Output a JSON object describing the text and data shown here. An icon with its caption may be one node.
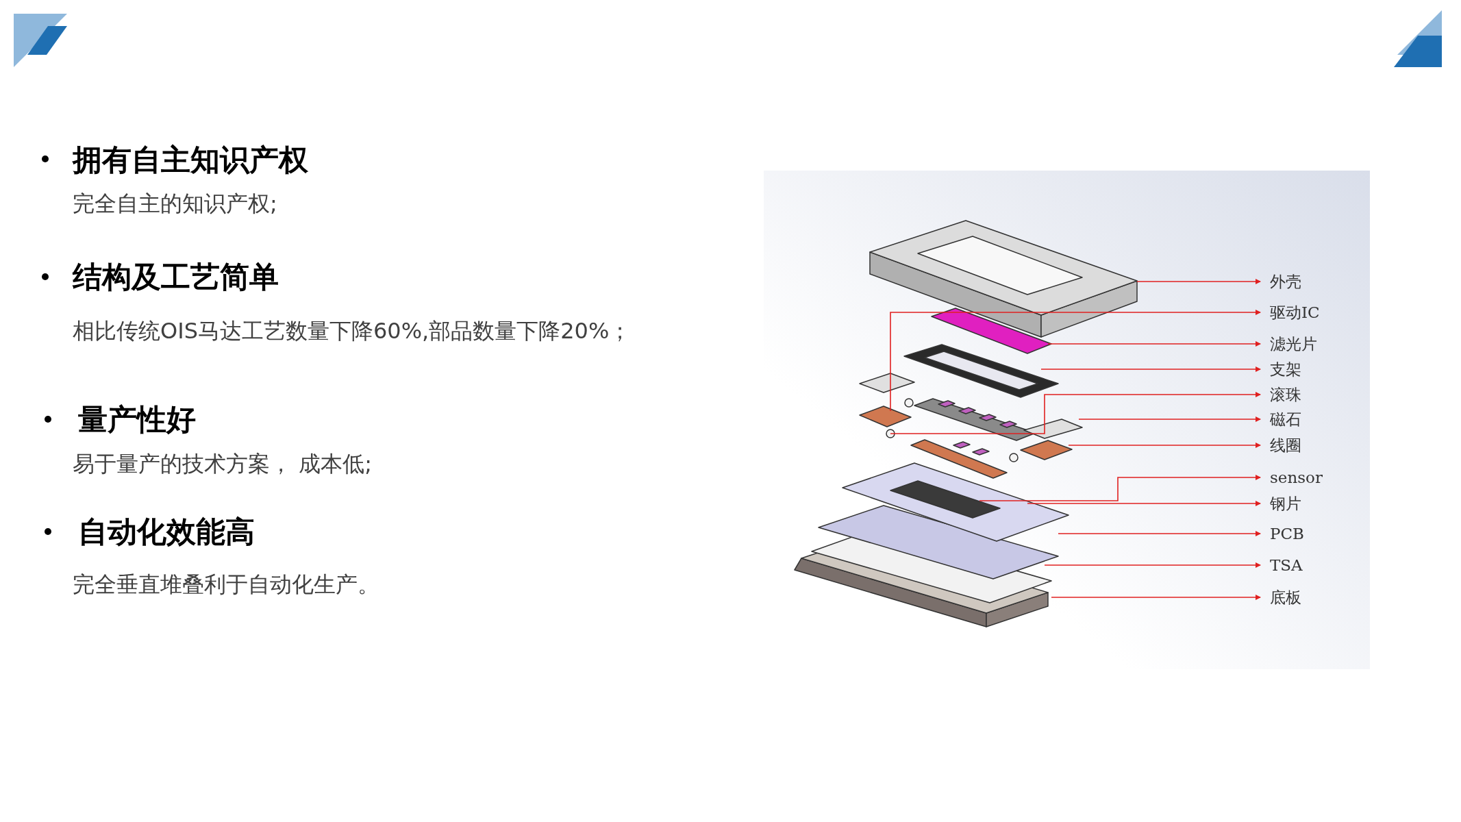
{
  "diagram": {
    "nodes": [
      {
        "text": [],
        "shape": "picture"
      },
      {
        "text": [
          "外壳"
        ]
      },
      {
        "text": [
          "驱动IC"
        ]
      },
      {
        "text": [
          "滤光片"
        ]
      },
      {
        "text": [
          "支架"
        ]
      },
      {
        "text": [
          "滚珠"
        ]
      },
      {
        "text": [
          "磁石"
        ]
      },
      {
        "text": [
          "线圈"
        ]
      },
      {
        "text": [
          "sensor"
        ]
      },
      {
        "text": [
          "钢片"
        ]
      },
      {
        "text": [
          "PCB"
        ]
      },
      {
        "text": [
          "TSA"
        ]
      },
      {
        "text": [
          "底板"
        ]
      }
    ],
    "edges": [
      {
        "from": 0,
        "to": 1,
        "arrow": "to"
      },
      {
        "from": 0,
        "to": 2,
        "arrow": "to"
      },
      {
        "from": 0,
        "to": 3,
        "arrow": "to"
      },
      {
        "from": 0,
        "to": 4,
        "arrow": "to"
      },
      {
        "from": 0,
        "to": 5,
        "arrow": "to"
      },
      {
        "from": 0,
        "to": 6,
        "arrow": "to"
      },
      {
        "from": 0,
        "to": 7,
        "arrow": "to"
      },
      {
        "from": 0,
        "to": 8,
        "arrow": "to"
      },
      {
        "from": 0,
        "to": 9,
        "arrow": "to"
      },
      {
        "from": 0,
        "to": 10,
        "arrow": "to"
      },
      {
        "from": 0,
        "to": 11,
        "arrow": "to"
      },
      {
        "from": 0,
        "to": 12,
        "arrow": "to"
      }
    ],
    "labels": [
      "拥有自主知识产权",
      "完全自主的知识产权;",
      "结构及工艺简单",
      "相比传统OIS马达工艺数量下降60%,部品数量下降20%；",
      "量产性好",
      "易于量产的技术方案， 成本低;",
      "自动化效能高",
      "完全垂直堆叠利于自动化生产。"
    ]
  }
}
